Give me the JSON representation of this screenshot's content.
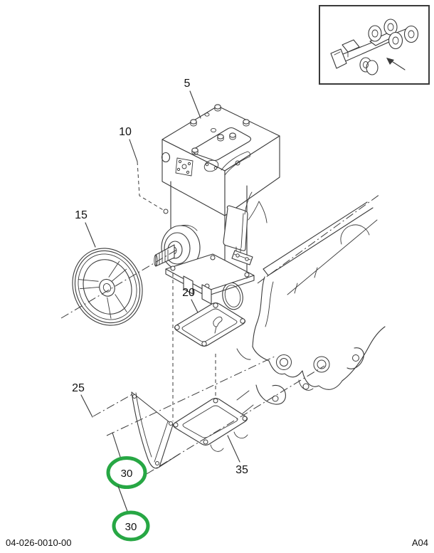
{
  "footer": {
    "doc_number": "04-026-0010-00",
    "page_code": "A04"
  },
  "colors": {
    "line": "#3a3a3a",
    "label": "#111111",
    "highlight_green": "#27a744",
    "background": "#ffffff"
  },
  "inset": {
    "icon": "truck-chassis-icon",
    "arrow_icon": "location-arrow-icon"
  },
  "callouts": [
    {
      "label": "5",
      "highlighted": false
    },
    {
      "label": "10",
      "highlighted": false
    },
    {
      "label": "15",
      "highlighted": false
    },
    {
      "label": "20",
      "highlighted": false
    },
    {
      "label": "25",
      "highlighted": false
    },
    {
      "label": "30",
      "highlighted": true
    },
    {
      "label": "30",
      "highlighted": true
    },
    {
      "label": "35",
      "highlighted": false
    }
  ]
}
